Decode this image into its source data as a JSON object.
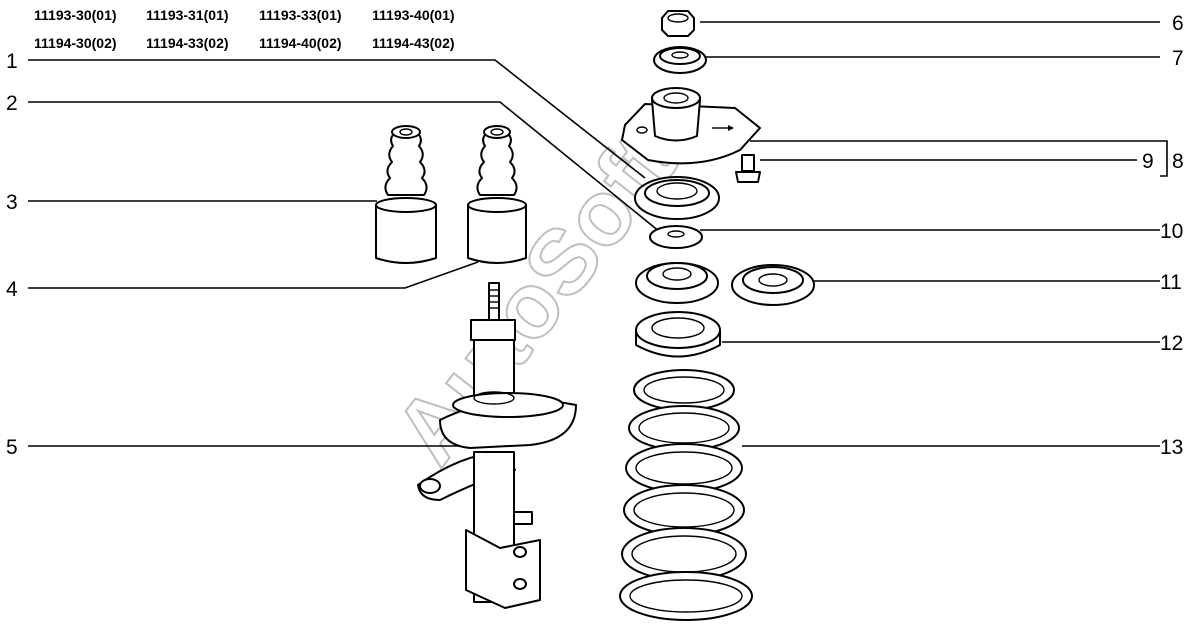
{
  "header": {
    "codes_row1": [
      "11193-30(01)",
      "11193-31(01)",
      "11193-33(01)",
      "11193-40(01)"
    ],
    "codes_row2": [
      "11194-30(02)",
      "11194-33(02)",
      "11194-40(02)",
      "11194-43(02)"
    ]
  },
  "callouts": {
    "left": [
      "1",
      "2",
      "3",
      "4",
      "5"
    ],
    "right": [
      "6",
      "7",
      "8",
      "9",
      "10",
      "11",
      "12",
      "13"
    ]
  },
  "watermark": "AutoSoft",
  "colors": {
    "line": "#000000",
    "background": "#ffffff",
    "watermark": "#bfbfbf"
  }
}
